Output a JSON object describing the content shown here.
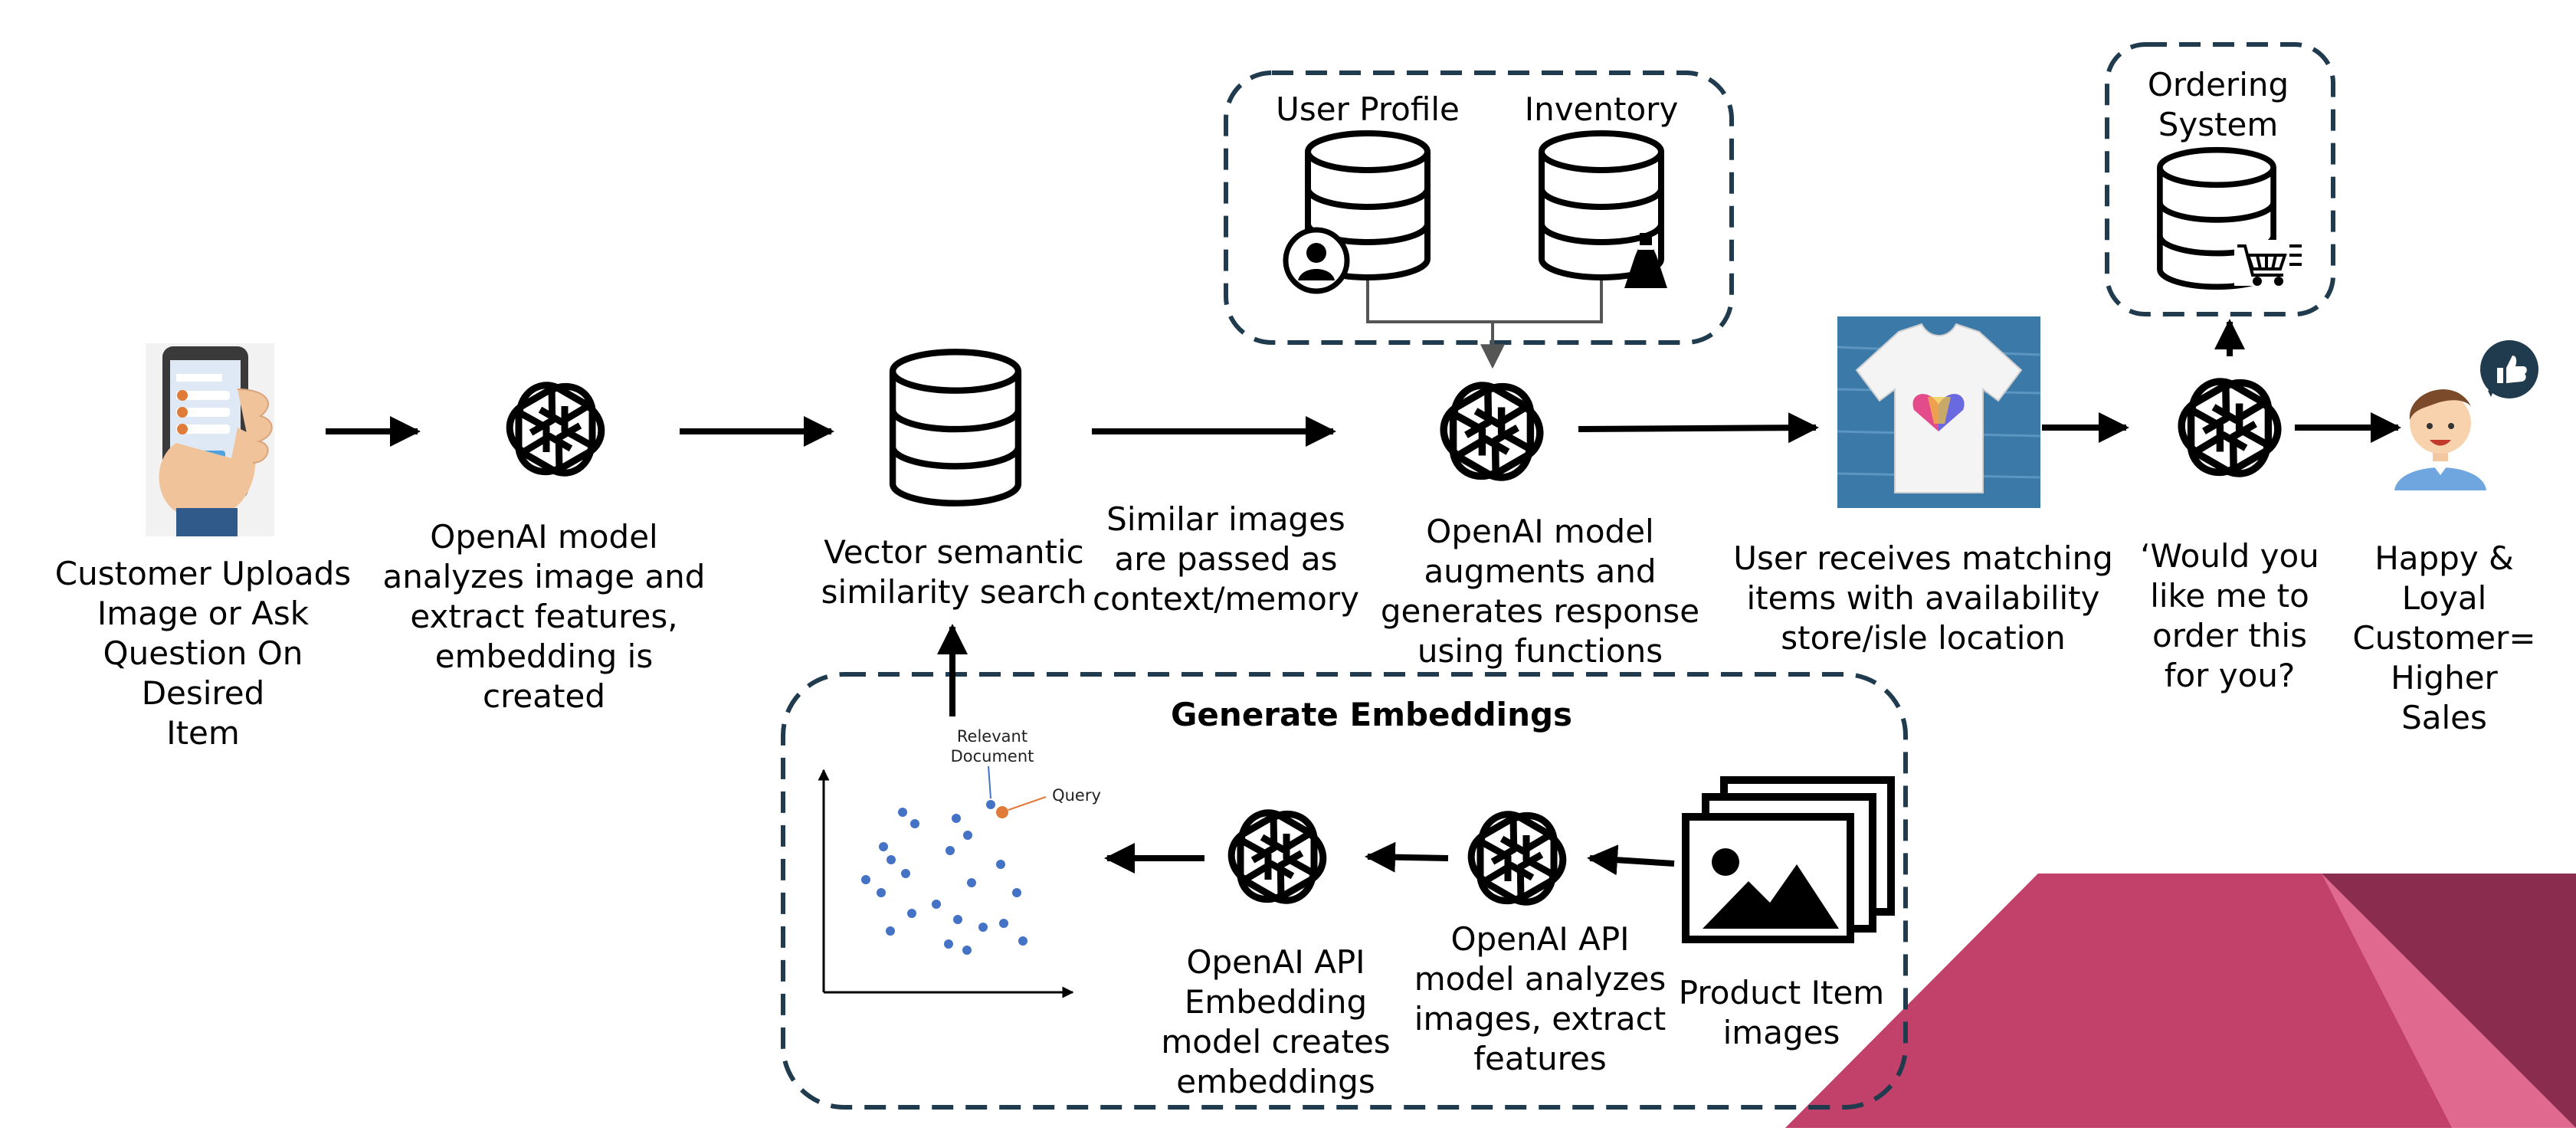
{
  "labels": {
    "customer_upload": "Customer Uploads\nImage or Ask\nQuestion On Desired\nItem",
    "openai_analyze": "OpenAI model\nanalyzes image and\nextract features,\nembedding is\ncreated",
    "vector_search": "Vector semantic\nsimilarity search",
    "similar_images": "Similar images\nare passed as\ncontext/memory",
    "openai_augment": "OpenAI  model\naugments and\ngenerates response\nusing functions",
    "user_receives": "User receives matching\nitems with availability\nstore/isle location",
    "would_you": "‘Would you\nlike me to\norder this\nfor you?",
    "happy_customer": "Happy &\nLoyal\nCustomer=\nHigher\nSales",
    "user_profile": "User Profile",
    "inventory": "Inventory",
    "ordering_system": "Ordering\nSystem",
    "generate_embeddings": "Generate Embeddings",
    "embedding_model": "OpenAI API\nEmbedding\nmodel creates\nembeddings",
    "api_analyze": "OpenAI API\nmodel analyzes\nimages, extract\nfeatures",
    "product_images": "Product Item\nimages",
    "relevant_document": "Relevant\nDocument",
    "query": "Query"
  },
  "icons": {
    "phone": "phone-in-hand-icon",
    "openai": "openai-logo-icon",
    "database": "database-icon",
    "user": "user-icon",
    "dress": "dress-icon",
    "cart": "shopping-cart-icon",
    "tshirt": "tshirt-photo-icon",
    "customer": "happy-customer-icon",
    "thumbs_up": "thumbs-up-icon",
    "images": "image-stack-icon",
    "scatter": "embedding-scatter-plot-icon"
  },
  "colors": {
    "dashed_border": "#1f3b4d",
    "corner_light": "#e06a8f",
    "corner_mid": "#c2416a",
    "corner_dark": "#8a2c4d",
    "scatter_point": "#4472c4",
    "query_point": "#e07b39"
  }
}
